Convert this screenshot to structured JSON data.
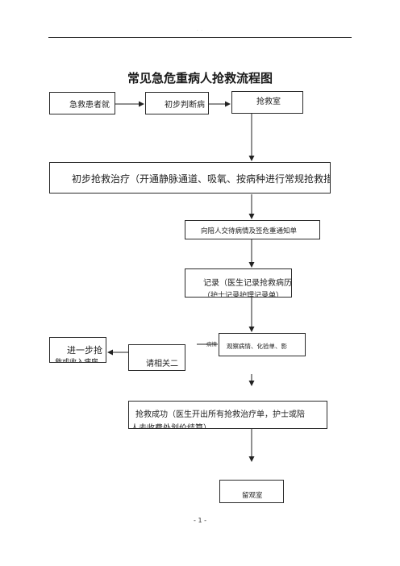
{
  "header": {
    "dots": ". ."
  },
  "title": "常见急危重病人抢救流程图",
  "nodes": {
    "arrival": "急救患者就",
    "diagnosis": "初步判断病",
    "rescue_room": "抢救室",
    "initial_treatment": "初步抢救治疗（开通静脉通道、吸氧、按病种进行常规抢救措",
    "inform_family": "向陪人交待病情及签危重通知单",
    "record_line1": "记录（医生记录抢救病历）",
    "record_line2": "（护士记录护理记录单）",
    "observe": "观察病情、化验单、影",
    "consult": "请相关二",
    "further_line1": "进一步抢",
    "further_line2": "救或收入病房",
    "success_line1": "抢救成功（医生开出所有抢救治疗单，护士或陪",
    "success_line2": "人去收费处划价结算）",
    "observation_room": "留观室"
  },
  "edge_labels": {
    "condition": "病情"
  },
  "footer": {
    "page_number": "- 1 -"
  }
}
